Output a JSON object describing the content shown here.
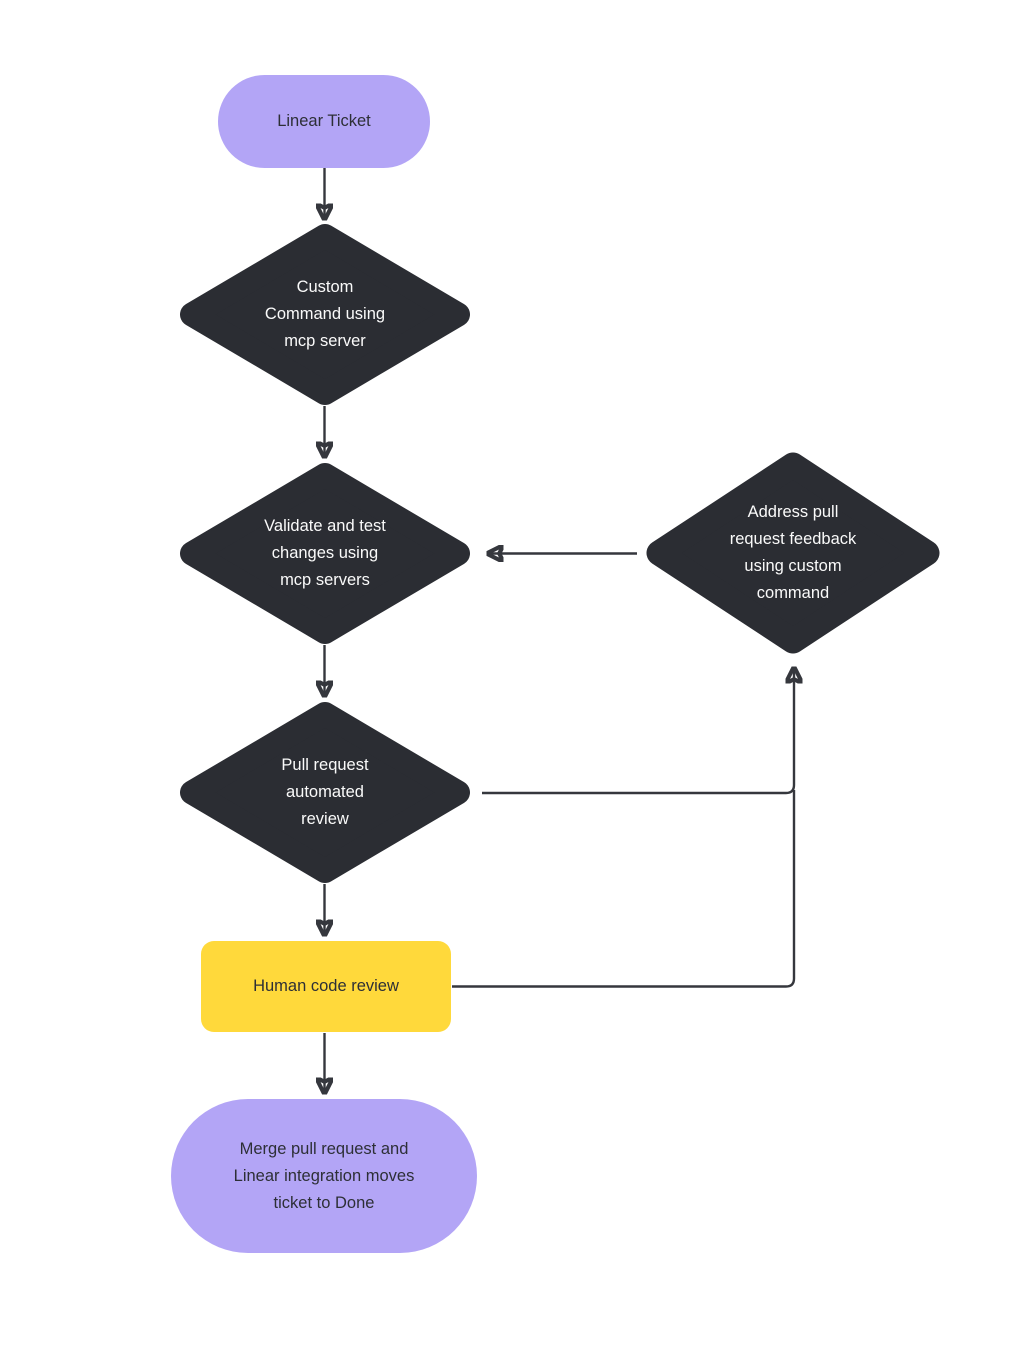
{
  "diagram": {
    "colors": {
      "background": "#ffffff",
      "purple_node": "#b3a5f6",
      "yellow_node": "#ffd93b",
      "dark_node": "#2b2d33",
      "arrow": "#35373d",
      "text_on_dark": "#fafafa",
      "text_on_light": "#2d2f36"
    },
    "nodes": [
      {
        "id": "linear-ticket",
        "shape": "stadium",
        "label": [
          "Linear Ticket"
        ]
      },
      {
        "id": "custom-command",
        "shape": "diamond",
        "label": [
          "Custom",
          "Command using",
          "mcp server"
        ]
      },
      {
        "id": "validate-test",
        "shape": "diamond",
        "label": [
          "Validate and test",
          "changes using",
          "mcp servers"
        ]
      },
      {
        "id": "pull-request-review",
        "shape": "diamond",
        "label": [
          "Pull request",
          "automated",
          "review"
        ]
      },
      {
        "id": "human-code-review",
        "shape": "rect",
        "label": [
          "Human code review"
        ]
      },
      {
        "id": "merge-pull-request",
        "shape": "stadium",
        "label": [
          "Merge pull request and",
          "Linear integration moves",
          "ticket to Done"
        ]
      },
      {
        "id": "address-feedback",
        "shape": "diamond",
        "label": [
          "Address pull",
          "request feedback",
          "using custom",
          "command"
        ]
      }
    ],
    "edges": [
      {
        "from": "linear-ticket",
        "to": "custom-command"
      },
      {
        "from": "custom-command",
        "to": "validate-test"
      },
      {
        "from": "validate-test",
        "to": "pull-request-review"
      },
      {
        "from": "pull-request-review",
        "to": "human-code-review"
      },
      {
        "from": "human-code-review",
        "to": "merge-pull-request"
      },
      {
        "from": "address-feedback",
        "to": "validate-test"
      },
      {
        "from": "pull-request-review",
        "to": "address-feedback"
      },
      {
        "from": "human-code-review",
        "to": "address-feedback"
      }
    ]
  }
}
